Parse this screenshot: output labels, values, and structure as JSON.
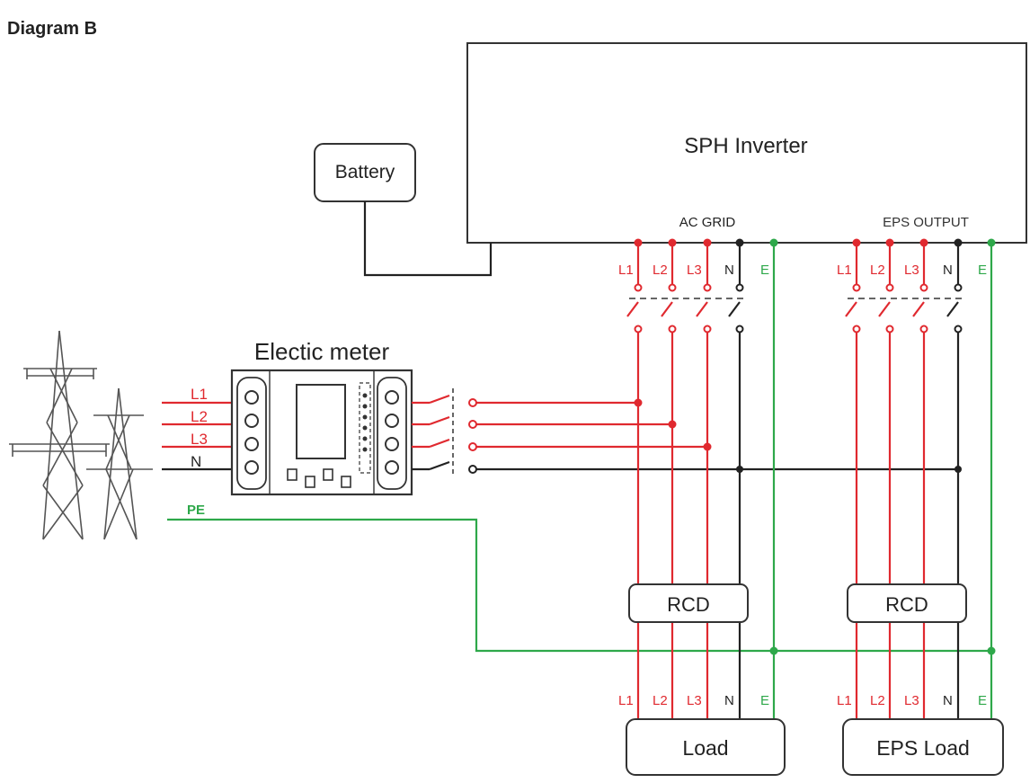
{
  "diagram": {
    "title": "Diagram B",
    "inverter_label": "SPH Inverter",
    "battery_label": "Battery",
    "meter_label": "Electic meter",
    "ac_grid_label": "AC GRID",
    "eps_output_label": "EPS OUTPUT",
    "rcd_label": "RCD",
    "load_label": "Load",
    "eps_load_label": "EPS Load",
    "pe_label": "PE",
    "phase_labels": [
      "L1",
      "L2",
      "L3",
      "N",
      "E"
    ],
    "colors": {
      "phase": "#e0292f",
      "neutral": "#222222",
      "earth": "#2ea84a"
    }
  }
}
